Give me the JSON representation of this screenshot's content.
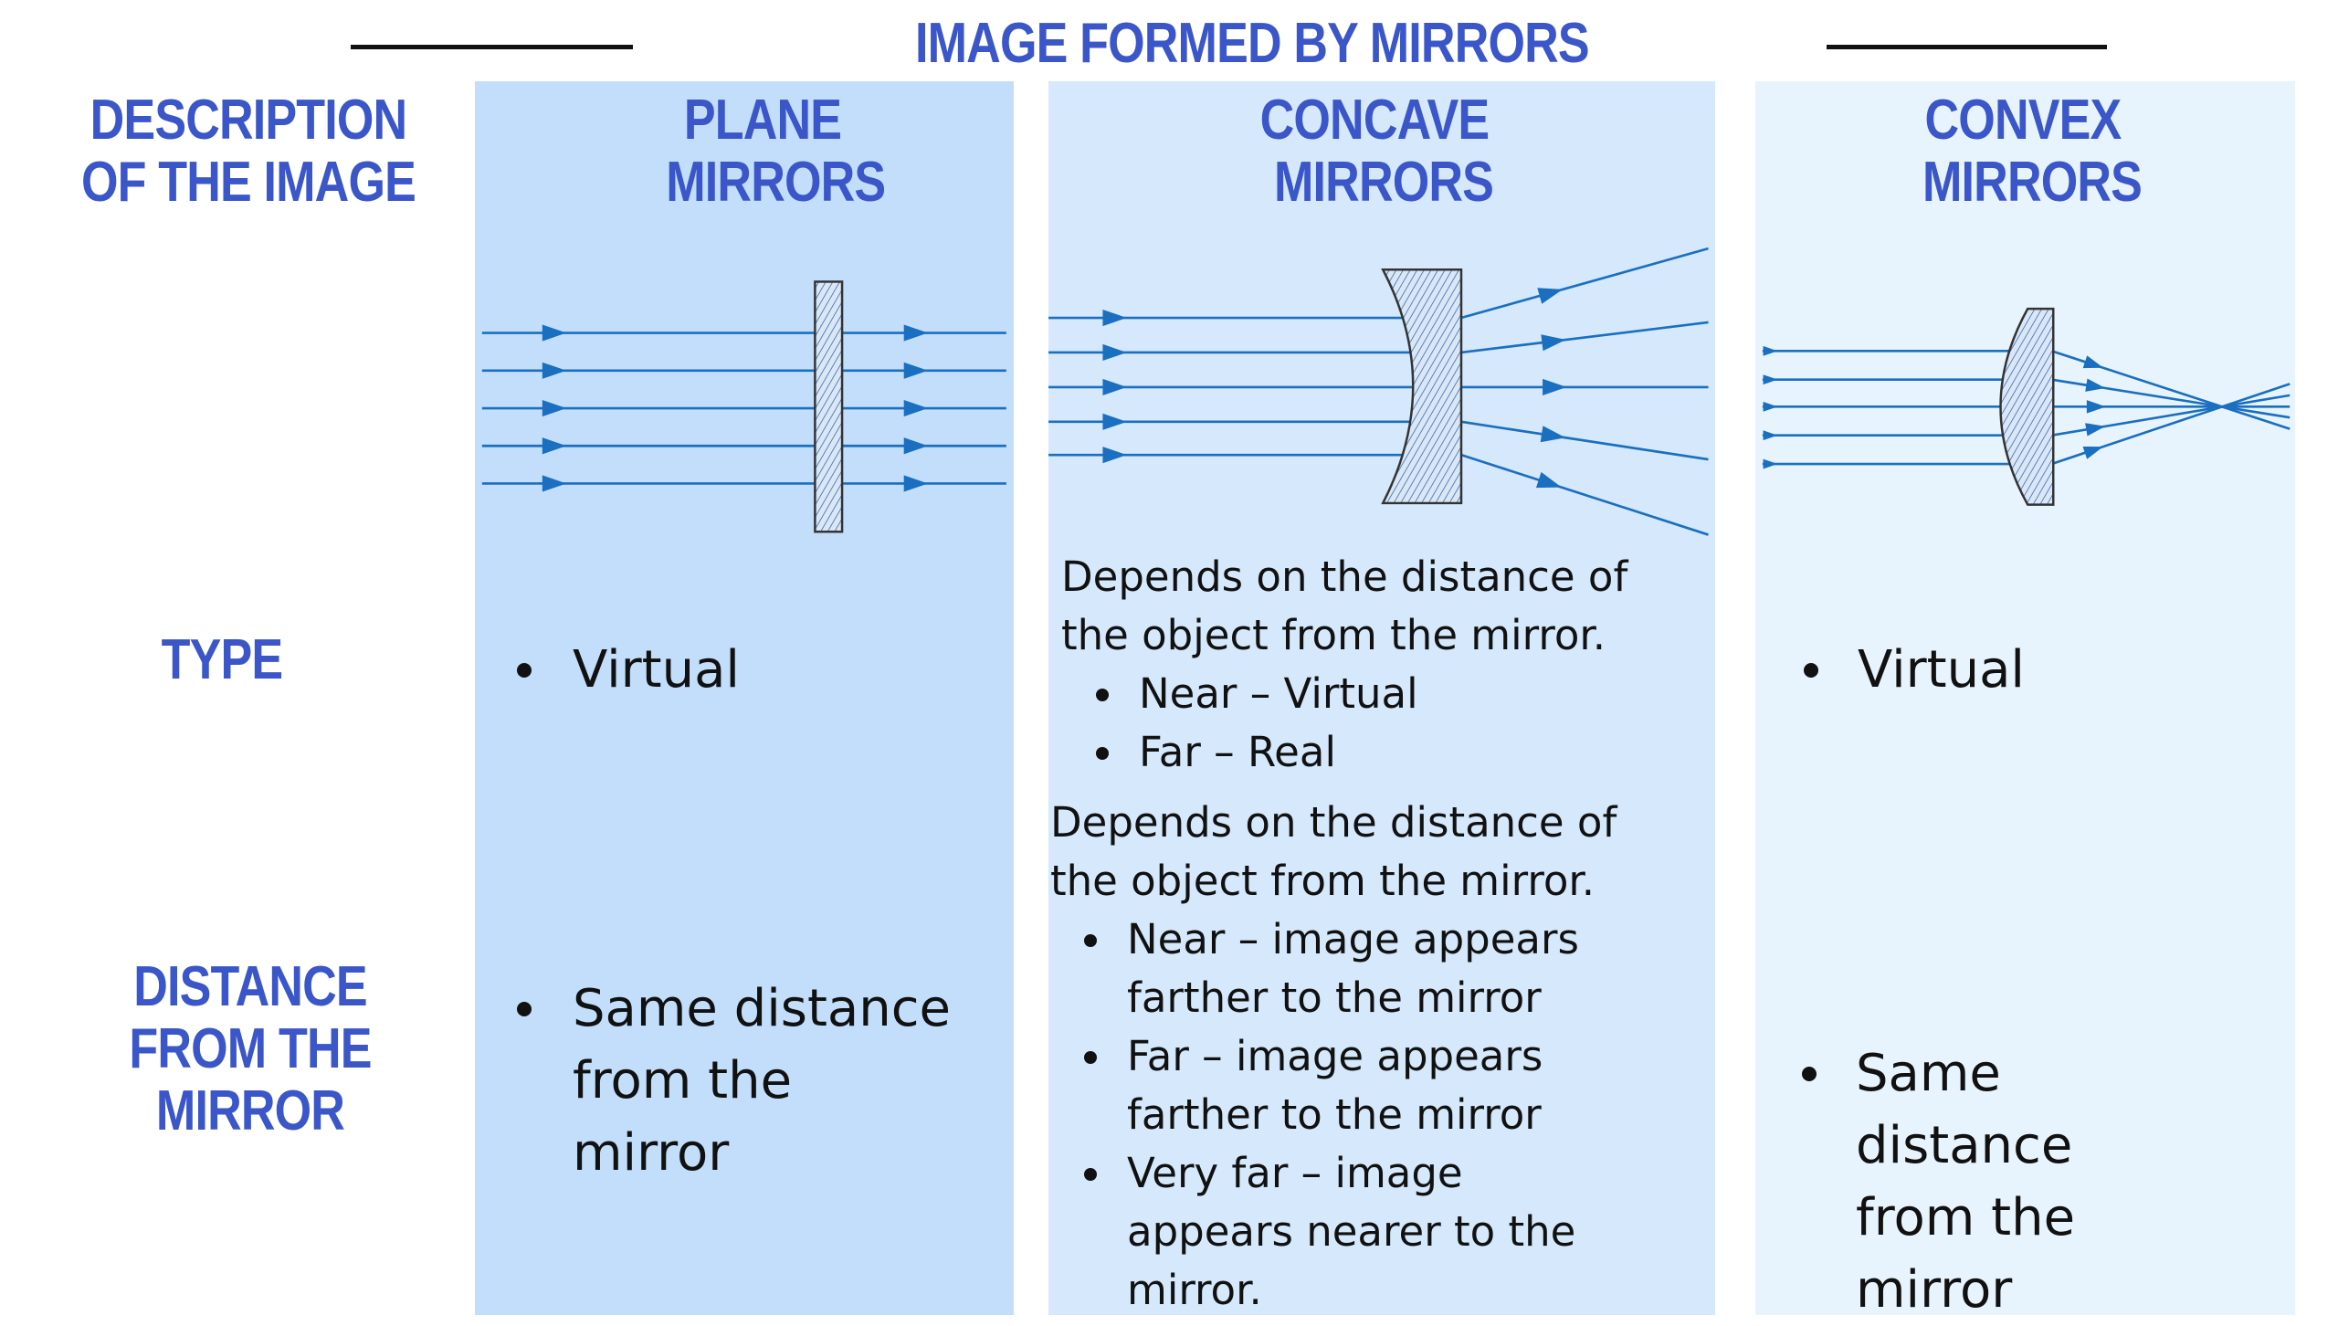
{
  "title": "IMAGE FORMED BY MIRRORS",
  "colors": {
    "heading": "#3a56c8",
    "plane_bg": "#c2defb",
    "concave_bg": "#d5e8fc",
    "convex_bg": "#e8f4fd",
    "ray": "#1a6fc0"
  },
  "row_headers": {
    "description": [
      "DESCRIPTION",
      "OF THE IMAGE"
    ],
    "type": "TYPE",
    "distance": [
      "DISTANCE",
      "FROM THE",
      "MIRROR"
    ]
  },
  "columns": {
    "plane": {
      "header": [
        "PLANE",
        "MIRRORS"
      ],
      "type": "Virtual",
      "distance": [
        "Same distance",
        "from the",
        "mirror"
      ]
    },
    "concave": {
      "header": [
        "CONCAVE",
        "MIRRORS"
      ],
      "type_intro": [
        "Depends on the distance of",
        "the object from the mirror."
      ],
      "type_items": [
        "Near – Virtual",
        "Far – Real"
      ],
      "distance_intro": [
        "Depends on the distance of",
        "the object from the mirror."
      ],
      "distance_items": [
        [
          "Near – image appears",
          "farther to the mirror"
        ],
        [
          "Far – image appears",
          "farther to the mirror"
        ],
        [
          "Very far – image",
          "appears nearer to the",
          "mirror."
        ]
      ]
    },
    "convex": {
      "header": [
        "CONVEX",
        "MIRRORS"
      ],
      "type": "Virtual",
      "distance": [
        "Same",
        "distance",
        "from the",
        "mirror"
      ]
    }
  }
}
